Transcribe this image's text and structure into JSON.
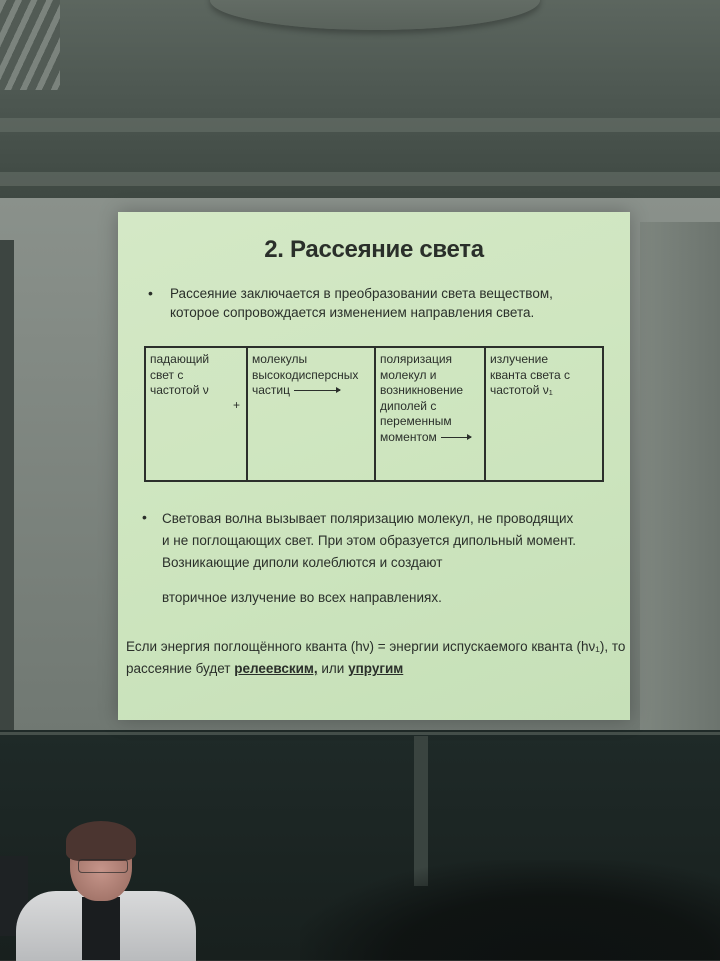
{
  "slide": {
    "title": "2. Рассеяние света",
    "bullet1": "Рассеяние заключается в преобразовании света веществом, которое сопровождается изменением направления света.",
    "scheme": {
      "cell1": [
        "падающий",
        "свет с",
        "частотой ν"
      ],
      "plus": "+",
      "cell2": [
        "молекулы",
        "высокодисперсных",
        "частиц"
      ],
      "cell3": [
        "поляризация",
        "молекул и",
        "возникновение",
        "диполей с",
        "переменным",
        "моментом"
      ],
      "cell4": [
        "излучение",
        "кванта света с",
        "частотой ν₁"
      ]
    },
    "bullet2": "Световая волна вызывает поляризацию молекул, не проводящих и не поглощающих свет. При этом образуется дипольный момент. Возникающие диполи колеблются и создают",
    "bullet2_tail": "вторичное излучение во всех направлениях.",
    "footer": {
      "text1": "Если энергия поглощённого кванта (hν) = энергии испускаемого кванта (hν₁), то рассеяние будет ",
      "term1": "релеевским,",
      "text2": " или ",
      "term2": "упругим"
    },
    "bullet_symbol": "•"
  },
  "colors": {
    "slide_bg": "#cfe6c0",
    "text": "#2a2f2a",
    "room": "#2b2f2d"
  }
}
